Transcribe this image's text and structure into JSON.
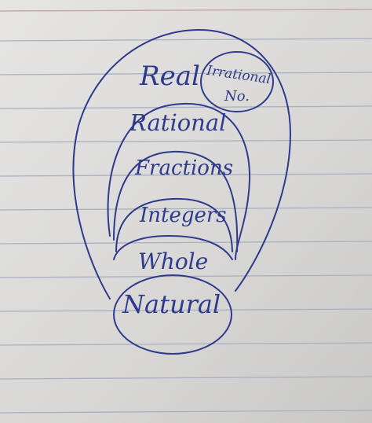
{
  "diagram": {
    "sets": [
      {
        "key": "real",
        "label": "Real"
      },
      {
        "key": "irrational",
        "label": "Irrational",
        "sub": "No."
      },
      {
        "key": "rational",
        "label": "Rational"
      },
      {
        "key": "fractions",
        "label": "Fractions"
      },
      {
        "key": "integers",
        "label": "Integers"
      },
      {
        "key": "whole",
        "label": "Whole"
      },
      {
        "key": "natural",
        "label": "Natural"
      }
    ]
  },
  "colors": {
    "ink": "#2e3a8c",
    "paper": "#dcdbd9",
    "rule_line": "#a9b1bf",
    "margin_line": "#c9a7ab"
  }
}
